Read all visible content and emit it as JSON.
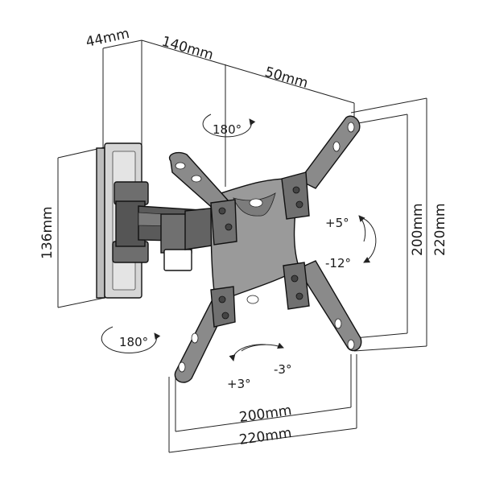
{
  "dimensions": {
    "wall_plate_depth": "44mm",
    "arm_extension": "140mm",
    "arm_offset": "50mm",
    "wall_plate_height": "136mm",
    "vesa_vertical_inner": "200mm",
    "vesa_vertical_outer": "220mm",
    "vesa_horizontal_inner": "200mm",
    "vesa_horizontal_outer": "220mm"
  },
  "rotations": {
    "top_swivel": "180°",
    "bottom_swivel": "180°",
    "tilt_up": "+5°",
    "tilt_down": "-12°",
    "level_plus": "+3°",
    "level_minus": "-3°"
  },
  "colors": {
    "line": "#222222",
    "part_fill": "#8a8a8a",
    "part_dark": "#4a4a4a",
    "plate_fill": "#d6d6d6",
    "background": "#ffffff"
  }
}
